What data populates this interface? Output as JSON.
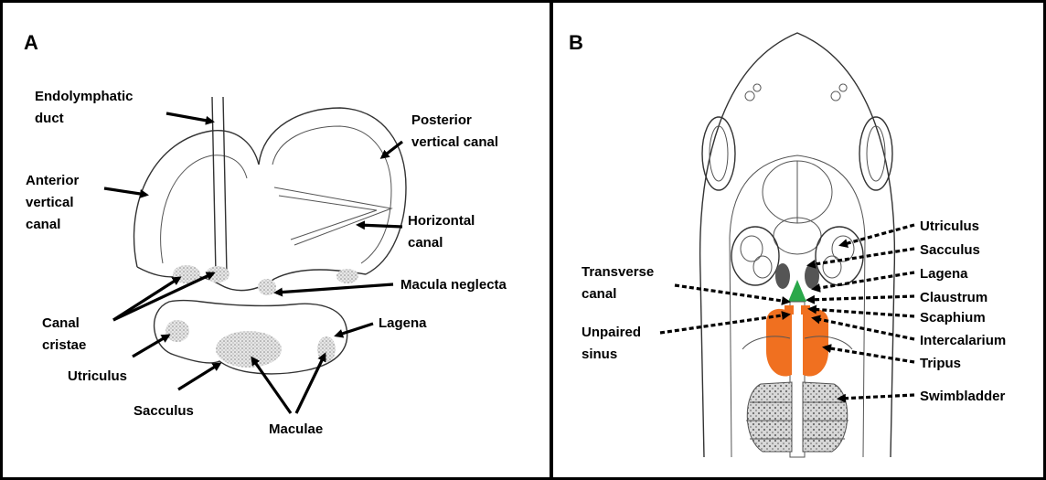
{
  "panels": {
    "a": {
      "letter": "A",
      "labels": {
        "endolymphatic_duct_1": "Endolymphatic",
        "endolymphatic_duct_2": "duct",
        "posterior_vertical_canal_1": "Posterior",
        "posterior_vertical_canal_2": "vertical canal",
        "anterior_vertical_canal_1": "Anterior",
        "anterior_vertical_canal_2": "vertical",
        "anterior_vertical_canal_3": "canal",
        "horizontal_canal_1": "Horizontal",
        "horizontal_canal_2": "canal",
        "macula_neglecta": "Macula neglecta",
        "canal_cristae_1": "Canal",
        "canal_cristae_2": "cristae",
        "lagena": "Lagena",
        "utriculus": "Utriculus",
        "sacculus": "Sacculus",
        "maculae": "Maculae"
      }
    },
    "b": {
      "letter": "B",
      "labels": {
        "utriculus": "Utriculus",
        "sacculus": "Sacculus",
        "lagena": "Lagena",
        "claustrum": "Claustrum",
        "scaphium": "Scaphium",
        "intercalarium": "Intercalarium",
        "tripus": "Tripus",
        "swimbladder": "Swimbladder",
        "transverse_canal_1": "Transverse",
        "transverse_canal_2": "canal",
        "unpaired_sinus_1": "Unpaired",
        "unpaired_sinus_2": "sinus"
      }
    }
  },
  "colors": {
    "weberian_ossicles": "#f07020",
    "transverse_canal_highlight": "#2aa84a",
    "border": "#000000"
  }
}
